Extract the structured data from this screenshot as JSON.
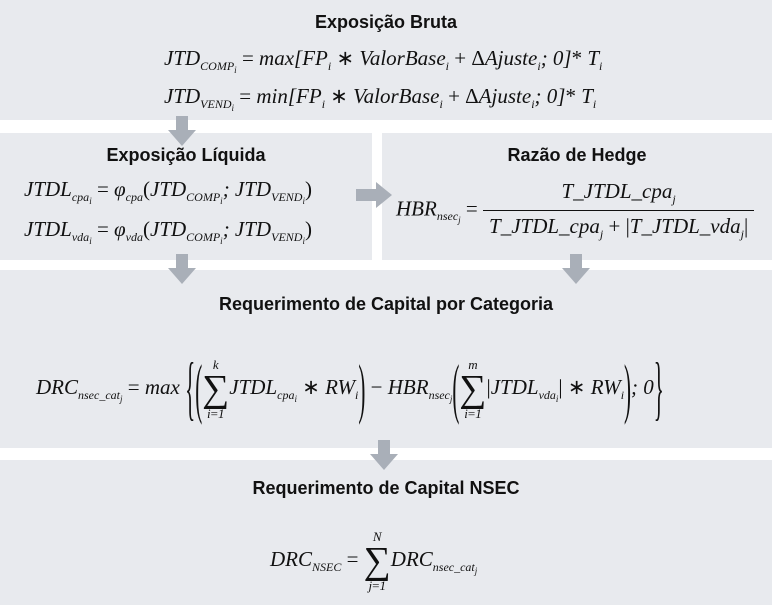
{
  "diagram": {
    "top": {
      "title": "Exposição Bruta"
    },
    "left": {
      "title": "Exposição Líquida"
    },
    "right": {
      "title": "Razão de Hedge"
    },
    "mid": {
      "title": "Requerimento de Capital por Categoria"
    },
    "bottom": {
      "title": "Requerimento de Capital NSEC"
    }
  },
  "colors": {
    "box_fill": "#e8eaee",
    "arrow": "#a9afb8",
    "text": "#111111"
  }
}
